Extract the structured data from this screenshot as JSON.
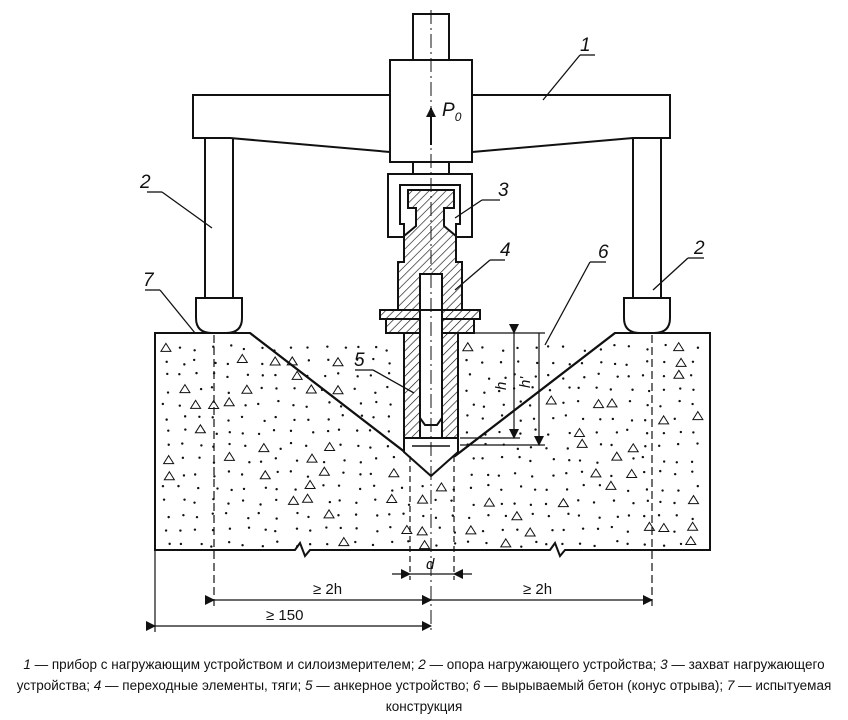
{
  "callouts": {
    "device": "1",
    "support": "2",
    "grip": "3",
    "transition": "4",
    "anchor": "5",
    "cone": "6",
    "structure": "7"
  },
  "load": {
    "symbol": "P",
    "subscript": "0"
  },
  "dimensions": {
    "h": "h",
    "h_prime": "h'",
    "d": "d",
    "two_h_left": "≥ 2h",
    "two_h_right": "≥ 2h",
    "min_150": "≥ 150"
  },
  "caption": [
    {
      "num": "1",
      "text": " — прибор с нагружающим устройством и силоизмерителем; "
    },
    {
      "num": "2",
      "text": " — опора нагружающего устройства; "
    },
    {
      "num": "3",
      "text": " — захват нагружающего устройства; "
    },
    {
      "num": "4",
      "text": " — переходные элементы, тяги; "
    },
    {
      "num": "5",
      "text": " — анкерное устройство; "
    },
    {
      "num": "6",
      "text": " — вырываемый бетон (конус отрыва); "
    },
    {
      "num": "7",
      "text": " — испытуемая конструкция"
    }
  ]
}
